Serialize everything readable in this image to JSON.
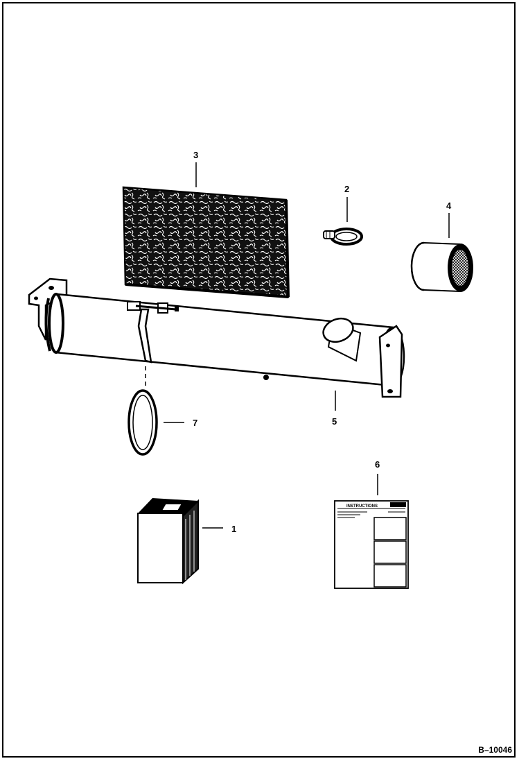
{
  "figure": {
    "id_label": "B–10046"
  },
  "callouts": {
    "c1": "1",
    "c2": "2",
    "c3": "3",
    "c4": "4",
    "c5": "5",
    "c6": "6",
    "c7": "7"
  },
  "instruction_sheet": {
    "title": "INSTRUCTIONS"
  }
}
